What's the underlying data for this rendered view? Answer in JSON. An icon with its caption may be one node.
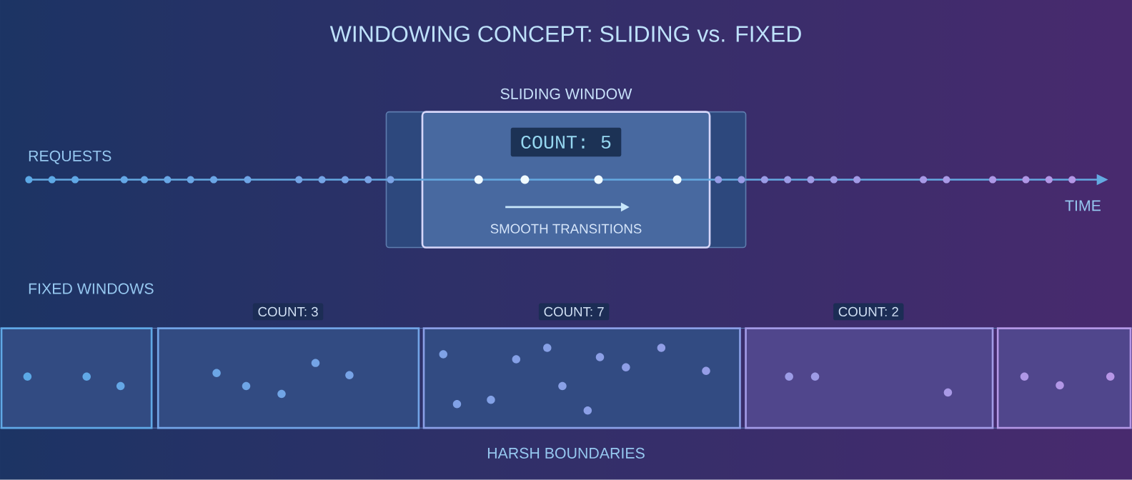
{
  "diagram": {
    "title": "WINDOWING CONCEPT: SLIDING vs. FIXED",
    "nodes": [
      {
        "text": [
          "SLIDING WINDOW",
          "COUNT: 5",
          "SMOOTH TRANSITIONS"
        ]
      },
      {
        "text": [],
        "shape": "box"
      },
      {
        "text": [
          "COUNT: 3"
        ]
      },
      {
        "text": [
          "COUNT: 7"
        ]
      },
      {
        "text": [
          "COUNT: 2"
        ]
      },
      {
        "text": [],
        "shape": "box"
      }
    ],
    "labels": [
      "REQUESTS",
      "TIME",
      "FIXED WINDOWS",
      "HARSH BOUNDARIES"
    ]
  }
}
